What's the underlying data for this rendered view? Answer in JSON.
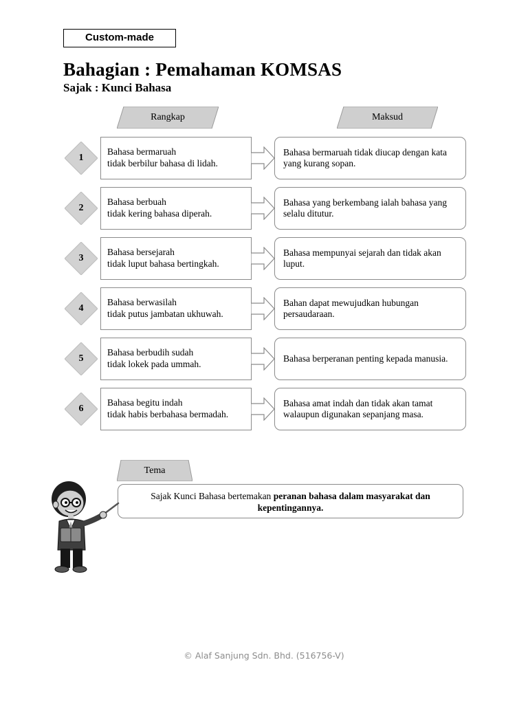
{
  "tag": "Custom-made",
  "title": "Bahagian : Pemahaman KOMSAS",
  "subtitle": "Sajak : Kunci Bahasa",
  "headers": {
    "left": "Rangkap",
    "right": "Maksud"
  },
  "rows": [
    {
      "num": "1",
      "rangkap": [
        "Bahasa bermaruah",
        "tidak berbilur bahasa di lidah."
      ],
      "maksud": "Bahasa bermaruah tidak diucap dengan kata yang kurang sopan."
    },
    {
      "num": "2",
      "rangkap": [
        "Bahasa berbuah",
        "tidak kering bahasa diperah."
      ],
      "maksud": "Bahasa yang berkembang ialah bahasa yang selalu ditutur."
    },
    {
      "num": "3",
      "rangkap": [
        "Bahasa bersejarah",
        "tidak luput bahasa bertingkah."
      ],
      "maksud": "Bahasa mempunyai sejarah dan tidak akan luput."
    },
    {
      "num": "4",
      "rangkap": [
        "Bahasa berwasilah",
        "tidak putus jambatan ukhuwah."
      ],
      "maksud": "Bahan dapat mewujudkan hubungan persaudaraan."
    },
    {
      "num": "5",
      "rangkap": [
        "Bahasa berbudih sudah",
        "tidak lokek pada ummah."
      ],
      "maksud": "Bahasa berperanan penting kepada manusia."
    },
    {
      "num": "6",
      "rangkap": [
        "Bahasa begitu indah",
        "tidak habis berbahasa bermadah."
      ],
      "maksud": "Bahasa amat indah dan tidak akan tamat walaupun digunakan sepanjang masa."
    }
  ],
  "tema": {
    "label": "Tema",
    "prefix": "Sajak Kunci Bahasa bertemakan ",
    "bold": "peranan bahasa dalam masyarakat dan kepentingannya."
  },
  "footer": "© Alaf Sanjung Sdn. Bhd. (516756-V)",
  "colors": {
    "label_fill": "#cfcfcf",
    "diamond_fill": "#d2d2d2",
    "box_border": "#8a8a8a",
    "footer_text": "#8c8c8c"
  }
}
